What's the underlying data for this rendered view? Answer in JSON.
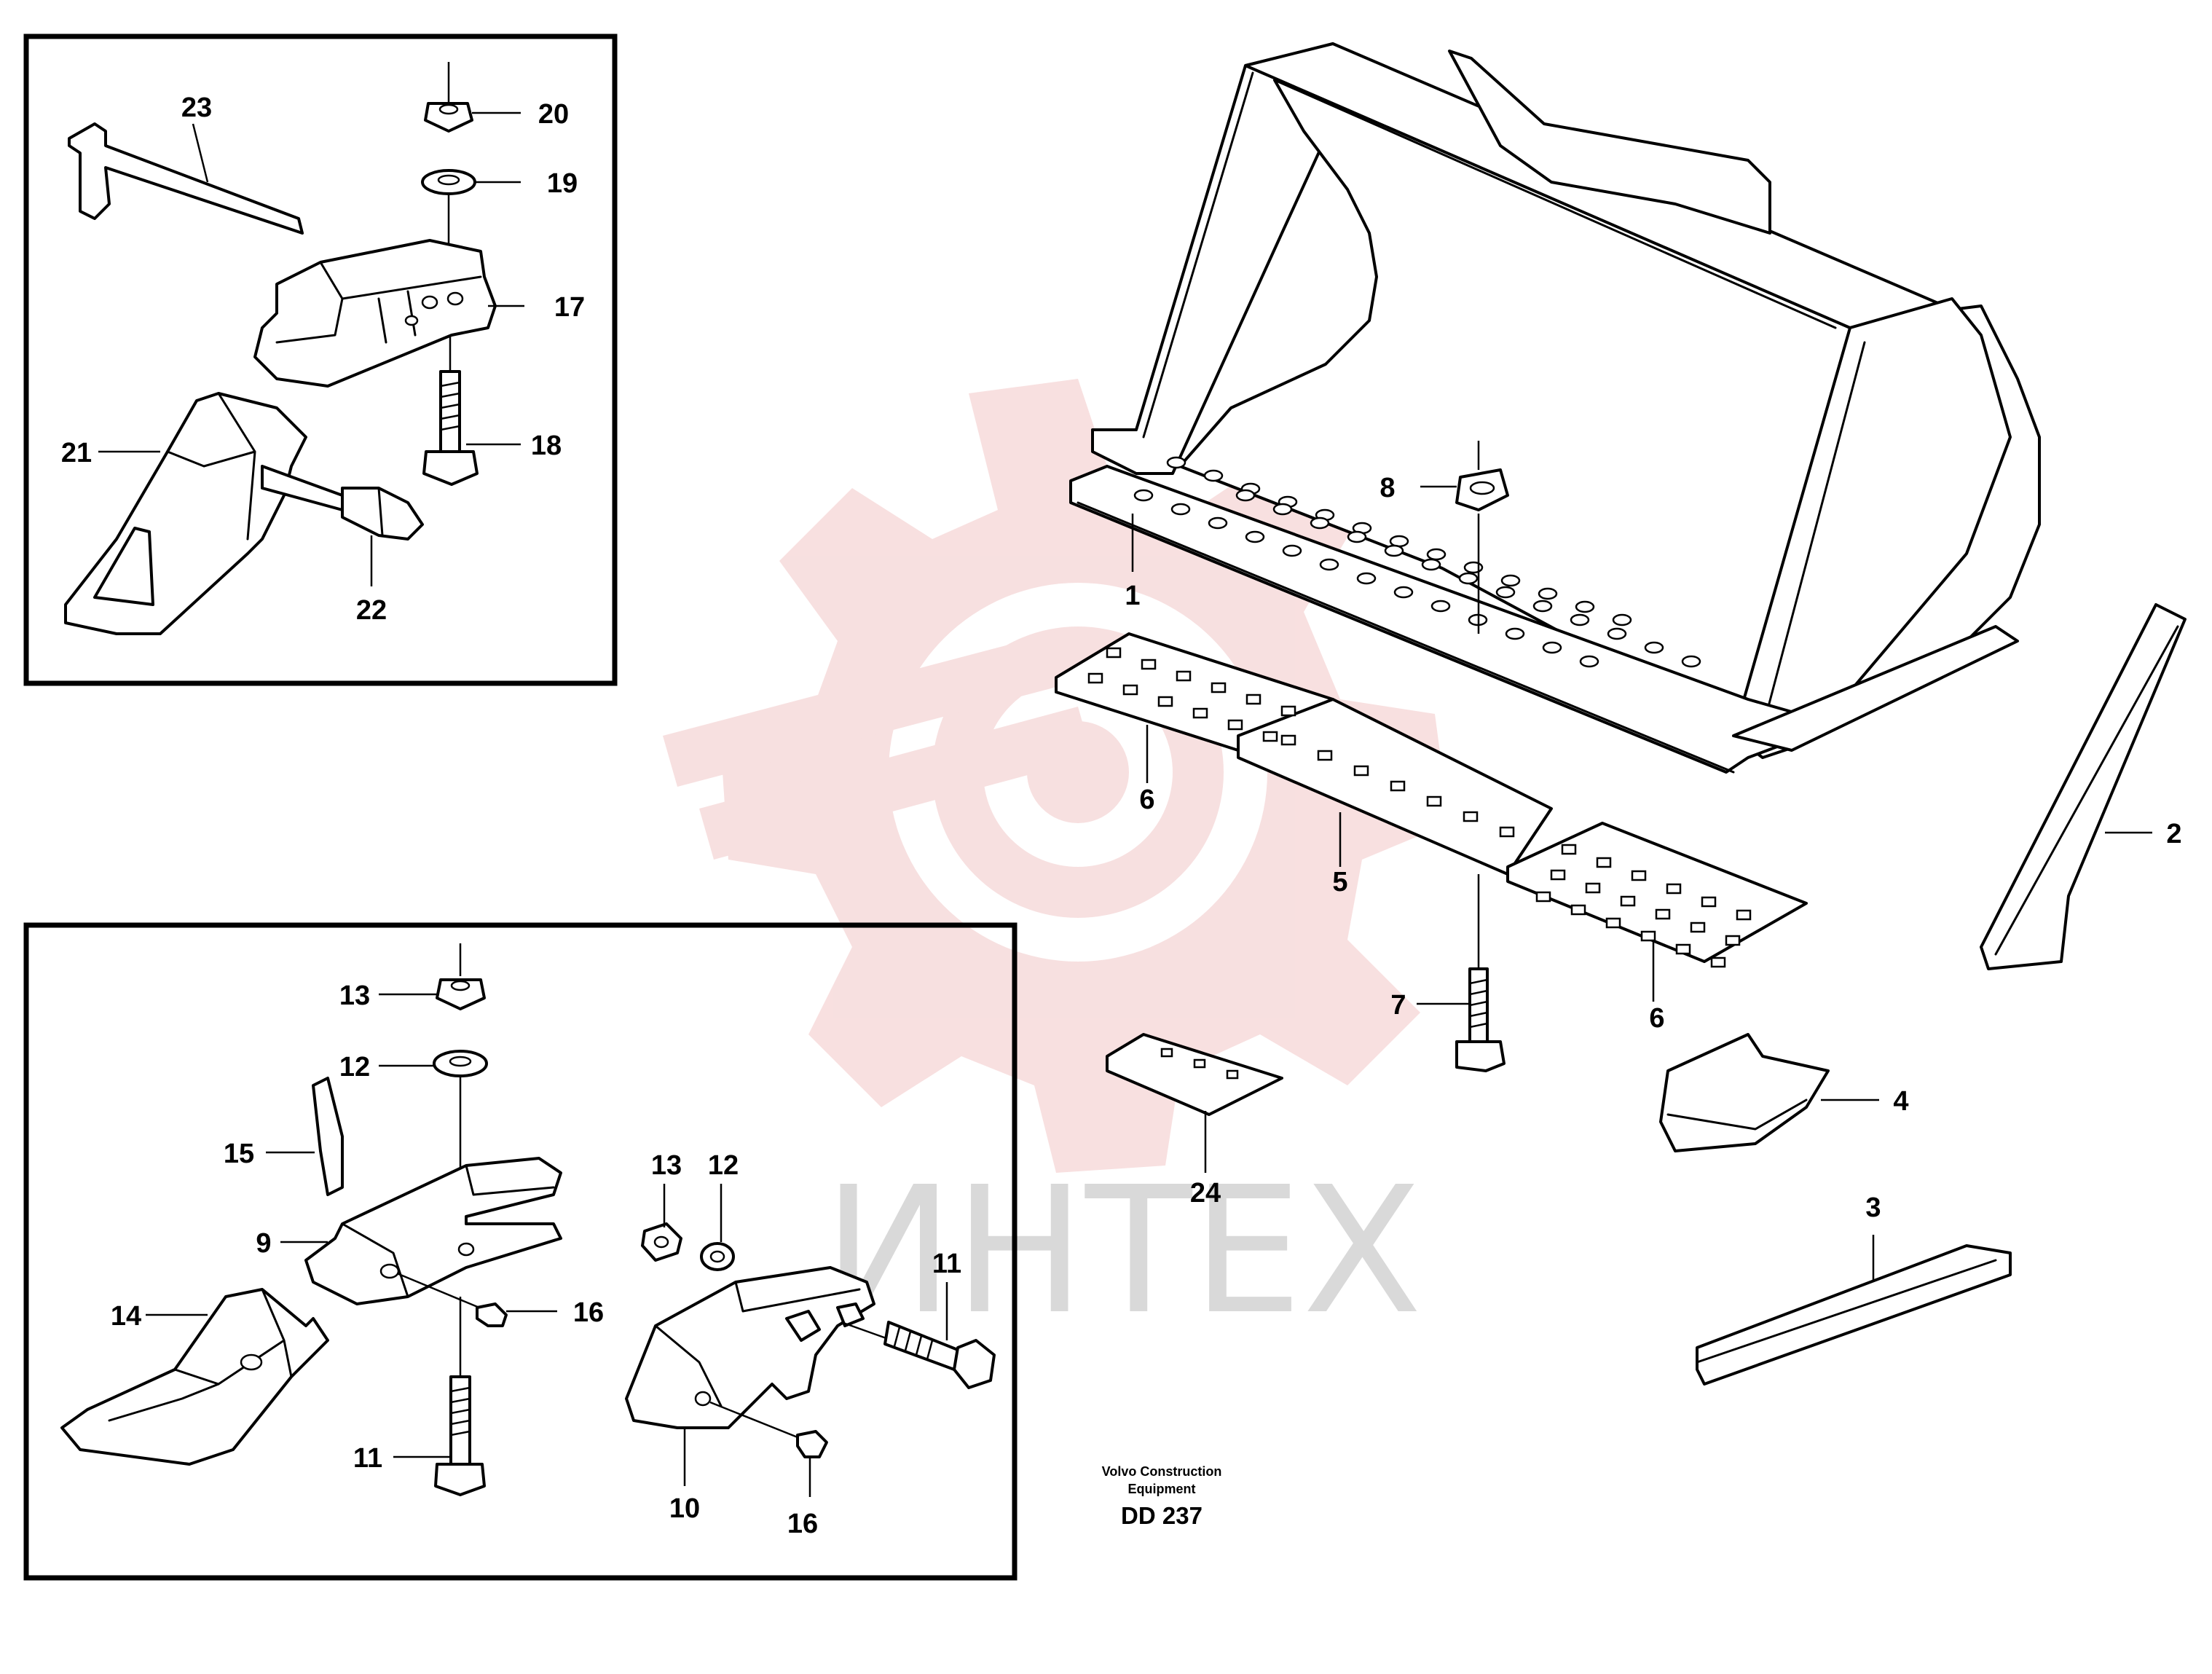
{
  "watermark": {
    "text": "ИНТЕХ",
    "logo_icon": "gear-target-logo-icon",
    "logo_color": "#f2c7c7",
    "text_color": "#d9d9d9"
  },
  "footer": {
    "line1": "Volvo Construction",
    "line2": "Equipment",
    "code": "DD 237"
  },
  "callouts": {
    "c1": "1",
    "c2": "2",
    "c3": "3",
    "c4": "4",
    "c5": "5",
    "c6a": "6",
    "c6b": "6",
    "c7": "7",
    "c8": "8",
    "c9": "9",
    "c10": "10",
    "c11a": "11",
    "c11b": "11",
    "c12a": "12",
    "c12b": "12",
    "c13a": "13",
    "c13b": "13",
    "c14": "14",
    "c15": "15",
    "c16a": "16",
    "c16b": "16",
    "c17": "17",
    "c18": "18",
    "c19": "19",
    "c20": "20",
    "c21": "21",
    "c22": "22",
    "c23": "23",
    "c24": "24"
  }
}
